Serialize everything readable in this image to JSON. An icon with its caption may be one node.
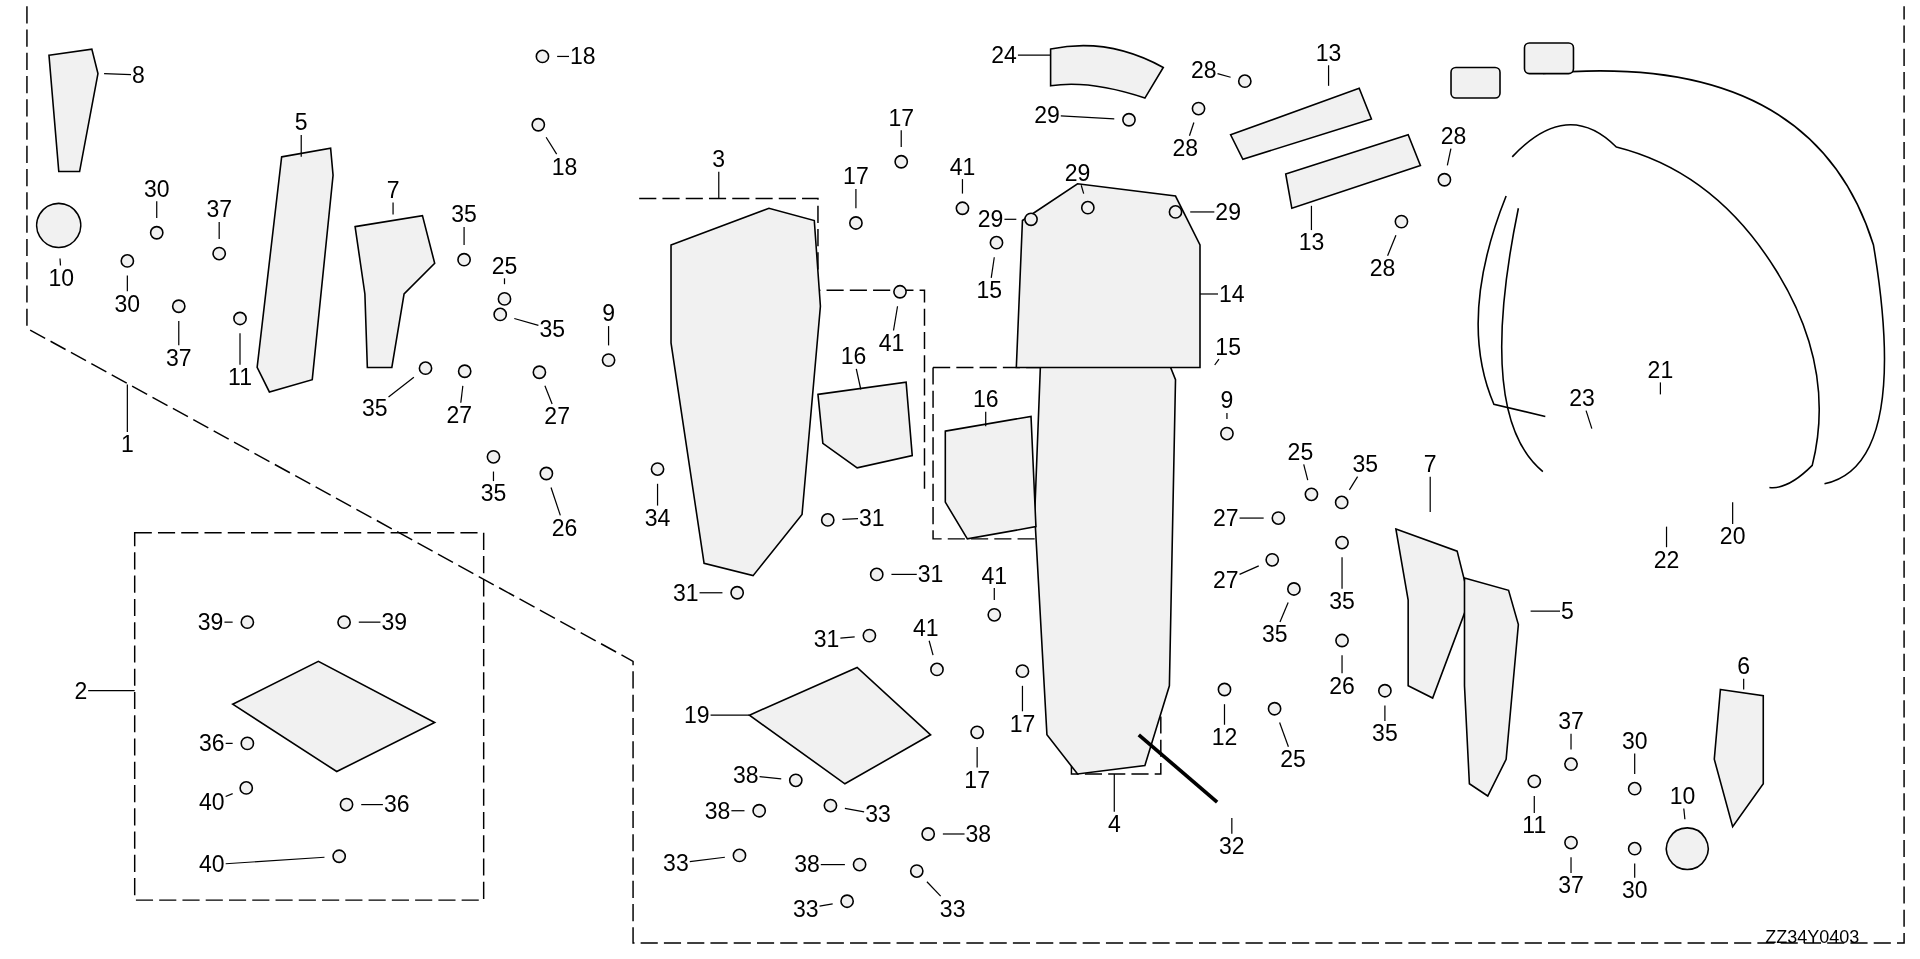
{
  "diagram": {
    "nodes": [
      {
        "text": [
          "8"
        ]
      },
      {
        "text": [
          "5"
        ]
      },
      {
        "text": [
          "7"
        ]
      },
      {
        "text": [
          "30"
        ]
      },
      {
        "text": [
          "37"
        ]
      },
      {
        "text": [
          "30"
        ]
      },
      {
        "text": [
          "37"
        ]
      },
      {
        "text": [
          "11"
        ]
      },
      {
        "text": [
          "35"
        ]
      },
      {
        "text": [
          "25"
        ]
      },
      {
        "text": [
          "35"
        ]
      },
      {
        "text": [
          "35"
        ]
      },
      {
        "text": [
          "27"
        ]
      },
      {
        "text": [
          "27"
        ]
      },
      {
        "text": [
          "35"
        ]
      },
      {
        "text": [
          "26"
        ]
      },
      {
        "text": [
          "9"
        ]
      },
      {
        "text": [
          "18"
        ]
      },
      {
        "text": [
          "18"
        ]
      },
      {
        "text": [
          "3"
        ]
      },
      {
        "text": [
          "17"
        ]
      },
      {
        "text": [
          "17"
        ]
      },
      {
        "text": [
          "41"
        ]
      },
      {
        "text": [
          "41"
        ]
      },
      {
        "text": [
          "16"
        ]
      },
      {
        "text": [
          "34"
        ]
      },
      {
        "text": [
          "24"
        ]
      },
      {
        "text": [
          "28"
        ]
      },
      {
        "text": [
          "13"
        ]
      },
      {
        "text": [
          "29"
        ]
      },
      {
        "text": [
          "28"
        ]
      },
      {
        "text": [
          "29"
        ]
      },
      {
        "text": [
          "29"
        ]
      },
      {
        "text": [
          "29"
        ]
      },
      {
        "text": [
          "28"
        ]
      },
      {
        "text": [
          "13"
        ]
      },
      {
        "text": [
          "28"
        ]
      },
      {
        "text": [
          "15"
        ]
      },
      {
        "text": [
          "14"
        ]
      },
      {
        "text": [
          "15"
        ]
      },
      {
        "text": [
          "16"
        ]
      },
      {
        "text": [
          "9"
        ]
      },
      {
        "text": [
          "25"
        ]
      },
      {
        "text": [
          "35"
        ]
      },
      {
        "text": [
          "31"
        ]
      },
      {
        "text": [
          "31"
        ]
      },
      {
        "text": [
          "31"
        ]
      },
      {
        "text": [
          "31"
        ]
      },
      {
        "text": [
          "41"
        ]
      },
      {
        "text": [
          "41"
        ]
      },
      {
        "text": [
          "17"
        ]
      },
      {
        "text": [
          "17"
        ]
      },
      {
        "text": [
          "27"
        ]
      },
      {
        "text": [
          "27"
        ]
      },
      {
        "text": [
          "35"
        ]
      },
      {
        "text": [
          "35"
        ]
      },
      {
        "text": [
          "7"
        ]
      },
      {
        "text": [
          "5"
        ]
      },
      {
        "text": [
          "23"
        ]
      },
      {
        "text": [
          "21"
        ]
      },
      {
        "text": [
          "22"
        ]
      },
      {
        "text": [
          "20"
        ]
      },
      {
        "text": [
          "12"
        ]
      },
      {
        "text": [
          "25"
        ]
      },
      {
        "text": [
          "26"
        ]
      },
      {
        "text": [
          "35"
        ]
      },
      {
        "text": [
          "6"
        ]
      },
      {
        "text": [
          "37"
        ]
      },
      {
        "text": [
          "11"
        ]
      },
      {
        "text": [
          "30"
        ]
      },
      {
        "text": [
          "37"
        ]
      },
      {
        "text": [
          "30"
        ]
      },
      {
        "text": [
          "32"
        ]
      },
      {
        "text": [
          "4"
        ]
      },
      {
        "text": [
          "19"
        ]
      },
      {
        "text": [
          "38"
        ]
      },
      {
        "text": [
          "33"
        ]
      },
      {
        "text": [
          "38"
        ]
      },
      {
        "text": [
          "33"
        ]
      },
      {
        "text": [
          "38"
        ]
      },
      {
        "text": [
          "38"
        ]
      },
      {
        "text": [
          "33"
        ]
      },
      {
        "text": [
          "33"
        ]
      },
      {
        "text": [
          "1"
        ]
      },
      {
        "text": [
          "2"
        ]
      },
      {
        "text": [
          "39"
        ]
      },
      {
        "text": [
          "39"
        ]
      },
      {
        "text": [
          "36"
        ]
      },
      {
        "text": [
          "40"
        ]
      },
      {
        "text": [
          "36"
        ]
      },
      {
        "text": [
          "40"
        ]
      },
      {
        "text": [
          "10"
        ]
      },
      {
        "text": [
          "10"
        ]
      }
    ],
    "edges": [
      {
        "from": 0,
        "to": null,
        "arrow": "none"
      },
      {
        "from": 1,
        "to": null,
        "arrow": "none"
      },
      {
        "from": 2,
        "to": null,
        "arrow": "none"
      },
      {
        "from": 3,
        "to": null,
        "arrow": "none"
      },
      {
        "from": 4,
        "to": null,
        "arrow": "none"
      },
      {
        "from": 5,
        "to": null,
        "arrow": "none"
      },
      {
        "from": 6,
        "to": null,
        "arrow": "none"
      },
      {
        "from": 7,
        "to": null,
        "arrow": "none"
      },
      {
        "from": 8,
        "to": null,
        "arrow": "none"
      },
      {
        "from": 9,
        "to": null,
        "arrow": "none"
      },
      {
        "from": 10,
        "to": null,
        "arrow": "none"
      },
      {
        "from": 11,
        "to": null,
        "arrow": "none"
      },
      {
        "from": 12,
        "to": null,
        "arrow": "none"
      },
      {
        "from": 13,
        "to": null,
        "arrow": "none"
      },
      {
        "from": 14,
        "to": null,
        "arrow": "none"
      },
      {
        "from": 15,
        "to": null,
        "arrow": "none"
      },
      {
        "from": 16,
        "to": null,
        "arrow": "none"
      },
      {
        "from": 17,
        "to": null,
        "arrow": "none"
      },
      {
        "from": 18,
        "to": null,
        "arrow": "none"
      },
      {
        "from": 19,
        "to": null,
        "arrow": "none"
      },
      {
        "from": 20,
        "to": null,
        "arrow": "none"
      },
      {
        "from": 21,
        "to": null,
        "arrow": "none"
      },
      {
        "from": 22,
        "to": null,
        "arrow": "none"
      },
      {
        "from": 23,
        "to": null,
        "arrow": "none"
      },
      {
        "from": 24,
        "to": null,
        "arrow": "none"
      },
      {
        "from": 25,
        "to": null,
        "arrow": "none"
      },
      {
        "from": 26,
        "to": null,
        "arrow": "none"
      },
      {
        "from": 27,
        "to": null,
        "arrow": "none"
      },
      {
        "from": 28,
        "to": null,
        "arrow": "none"
      },
      {
        "from": 29,
        "to": null,
        "arrow": "none"
      },
      {
        "from": 30,
        "to": null,
        "arrow": "none"
      },
      {
        "from": 31,
        "to": null,
        "arrow": "none"
      },
      {
        "from": 32,
        "to": null,
        "arrow": "none"
      },
      {
        "from": 33,
        "to": null,
        "arrow": "none"
      },
      {
        "from": 34,
        "to": null,
        "arrow": "none"
      },
      {
        "from": 35,
        "to": null,
        "arrow": "none"
      },
      {
        "from": 36,
        "to": null,
        "arrow": "none"
      },
      {
        "from": 37,
        "to": null,
        "arrow": "none"
      },
      {
        "from": 38,
        "to": null,
        "arrow": "none"
      },
      {
        "from": 39,
        "to": null,
        "arrow": "none"
      },
      {
        "from": 40,
        "to": null,
        "arrow": "none"
      },
      {
        "from": 41,
        "to": null,
        "arrow": "none"
      },
      {
        "from": 42,
        "to": null,
        "arrow": "none"
      },
      {
        "from": 43,
        "to": null,
        "arrow": "none"
      },
      {
        "from": 44,
        "to": null,
        "arrow": "none"
      },
      {
        "from": 45,
        "to": null,
        "arrow": "none"
      },
      {
        "from": 46,
        "to": null,
        "arrow": "none"
      },
      {
        "from": 47,
        "to": null,
        "arrow": "none"
      },
      {
        "from": 48,
        "to": null,
        "arrow": "none"
      },
      {
        "from": 49,
        "to": null,
        "arrow": "none"
      },
      {
        "from": 50,
        "to": null,
        "arrow": "none"
      },
      {
        "from": 51,
        "to": null,
        "arrow": "none"
      },
      {
        "from": 52,
        "to": null,
        "arrow": "none"
      },
      {
        "from": 53,
        "to": null,
        "arrow": "none"
      },
      {
        "from": 54,
        "to": null,
        "arrow": "none"
      },
      {
        "from": 55,
        "to": null,
        "arrow": "none"
      },
      {
        "from": 56,
        "to": null,
        "arrow": "none"
      },
      {
        "from": 57,
        "to": null,
        "arrow": "none"
      },
      {
        "from": 58,
        "to": null,
        "arrow": "none"
      },
      {
        "from": 59,
        "to": null,
        "arrow": "none"
      },
      {
        "from": 60,
        "to": null,
        "arrow": "none"
      },
      {
        "from": 61,
        "to": null,
        "arrow": "none"
      },
      {
        "from": 62,
        "to": null,
        "arrow": "none"
      },
      {
        "from": 63,
        "to": null,
        "arrow": "none"
      },
      {
        "from": 64,
        "to": null,
        "arrow": "none"
      },
      {
        "from": 65,
        "to": null,
        "arrow": "none"
      },
      {
        "from": 66,
        "to": null,
        "arrow": "none"
      },
      {
        "from": 67,
        "to": null,
        "arrow": "none"
      },
      {
        "from": 68,
        "to": null,
        "arrow": "none"
      },
      {
        "from": 69,
        "to": null,
        "arrow": "none"
      },
      {
        "from": 70,
        "to": null,
        "arrow": "none"
      },
      {
        "from": 71,
        "to": null,
        "arrow": "none"
      },
      {
        "from": 72,
        "to": null,
        "arrow": "none"
      },
      {
        "from": 73,
        "to": null,
        "arrow": "none"
      },
      {
        "from": 74,
        "to": null,
        "arrow": "none"
      },
      {
        "from": 75,
        "to": null,
        "arrow": "none"
      },
      {
        "from": 76,
        "to": null,
        "arrow": "none"
      },
      {
        "from": 77,
        "to": null,
        "arrow": "none"
      },
      {
        "from": 78,
        "to": null,
        "arrow": "none"
      },
      {
        "from": 79,
        "to": null,
        "arrow": "none"
      },
      {
        "from": 80,
        "to": null,
        "arrow": "none"
      },
      {
        "from": 81,
        "to": null,
        "arrow": "none"
      },
      {
        "from": 82,
        "to": null,
        "arrow": "none"
      },
      {
        "from": 83,
        "to": null,
        "arrow": "none"
      },
      {
        "from": 84,
        "to": null,
        "arrow": "none"
      },
      {
        "from": 85,
        "to": null,
        "arrow": "none"
      },
      {
        "from": 86,
        "to": null,
        "arrow": "none"
      },
      {
        "from": 87,
        "to": null,
        "arrow": "none"
      },
      {
        "from": 88,
        "to": null,
        "arrow": "none"
      },
      {
        "from": 89,
        "to": null,
        "arrow": "none"
      },
      {
        "from": 90,
        "to": null,
        "arrow": "none"
      },
      {
        "from": 91,
        "to": null,
        "arrow": "none"
      },
      {
        "from": 92,
        "to": null,
        "arrow": "none"
      }
    ],
    "labels": [
      "ZZ34Y0403"
    ]
  }
}
